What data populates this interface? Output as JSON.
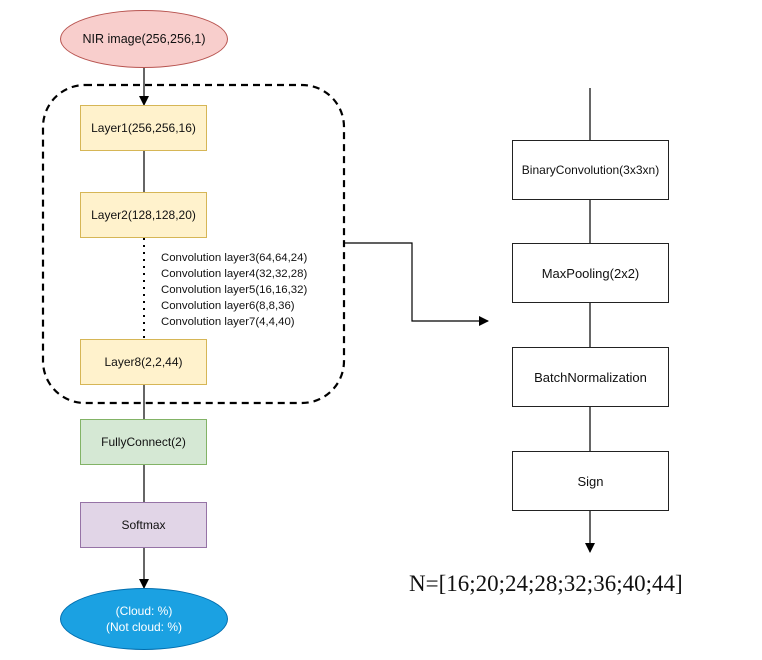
{
  "left_column": {
    "input_node": "NIR image(256,256,1)",
    "layer1": "Layer1(256,256,16)",
    "layer2": "Layer2(128,128,20)",
    "conv_layers": [
      "Convolution layer3(64,64,24)",
      "Convolution layer4(32,32,28)",
      "Convolution layer5(16,16,32)",
      "Convolution layer6(8,8,36)",
      "Convolution layer7(4,4,40)"
    ],
    "layer8": "Layer8(2,2,44)",
    "fully_connect": "FullyConnect(2)",
    "softmax": "Softmax",
    "output_line1": "(Cloud: %)",
    "output_line2": "(Not cloud: %)"
  },
  "right_column": {
    "binary_conv": "BinaryConvolution(3x3xn)",
    "max_pooling": "MaxPooling(2x2)",
    "batch_norm": "BatchNormalization",
    "sign": "Sign",
    "formula": "N=[16;20;24;28;32;36;40;44]"
  },
  "colors": {
    "input_fill": "#f8cecc",
    "layer_fill": "#fff2cc",
    "fully_connect_fill": "#d5e8d4",
    "softmax_fill": "#e1d5e7",
    "output_fill": "#1ba1e2"
  }
}
